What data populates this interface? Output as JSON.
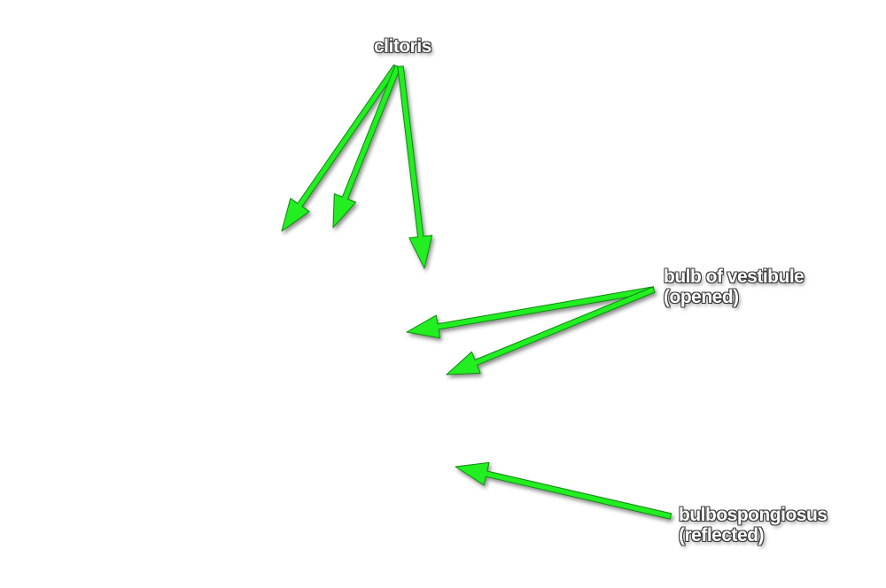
{
  "labels": {
    "clitoris": {
      "line1": "clitoris"
    },
    "bulb_of_vestibule": {
      "line1": "bulb of vestibule",
      "line2": "(opened)"
    },
    "bulbospongiosus": {
      "line1": "bulbospongiosus",
      "line2": "(reflected)"
    }
  },
  "colors": {
    "arrow_fill": "#22ee22",
    "arrow_stroke": "#118811",
    "label_text": "#ffffff",
    "label_outline": "#3a3a3a",
    "background": "#ffffff"
  }
}
